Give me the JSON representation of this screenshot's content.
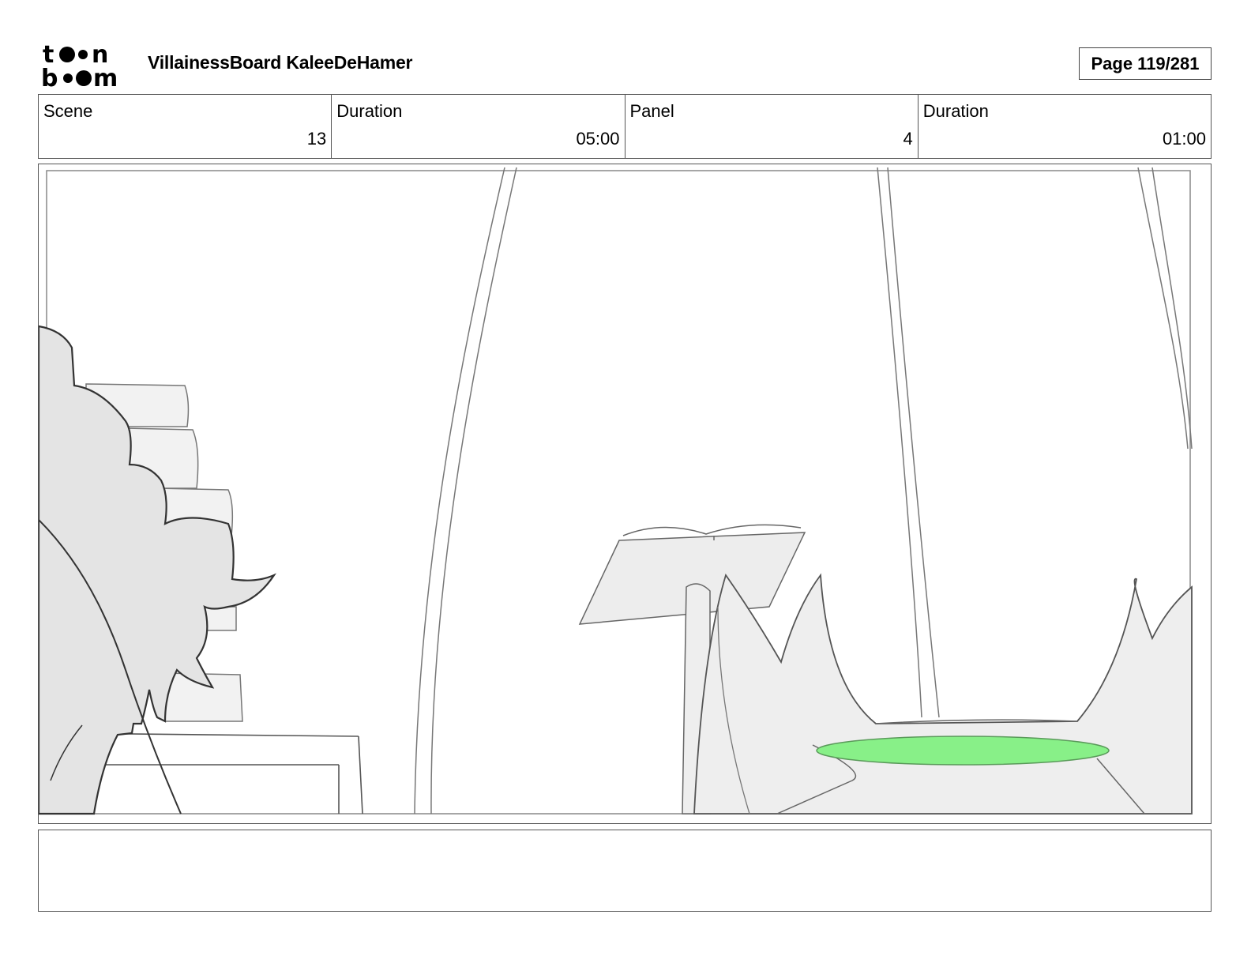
{
  "header": {
    "logo_name": "toonboom-logo",
    "project_title": "VillainessBoard KaleeDeHamer",
    "page_label": "Page 119/281"
  },
  "info": {
    "scene_label": "Scene",
    "scene_value": "13",
    "scene_duration_label": "Duration",
    "scene_duration_value": "05:00",
    "panel_label": "Panel",
    "panel_value": "4",
    "panel_duration_label": "Duration",
    "panel_duration_value": "01:00"
  },
  "notes": {
    "text": ""
  },
  "colors": {
    "liquid_green": "#88f088",
    "sketch_line": "#555555",
    "fill_grey": "#e6e6e6"
  }
}
